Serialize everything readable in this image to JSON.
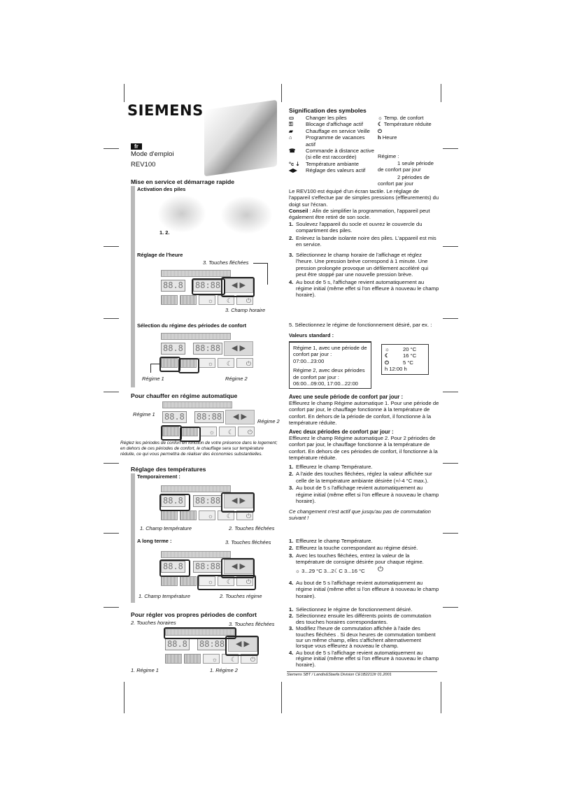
{
  "brand": "SIEMENS",
  "cover": {
    "lang": "fr",
    "title": "Mode d'emploi",
    "model": "REV100"
  },
  "lcd": {
    "temp": "88.8",
    "time": "88:88",
    "left_arrow": "◀",
    "right_arrow": "▶",
    "sun": "☼",
    "moon": "☾",
    "power": "⏻"
  },
  "left": {
    "s1_title": "Mise en service et démarrage rapide",
    "s1_sub": "Activation des piles",
    "s1_steps": "1. 2.",
    "s2_title": "Réglage de l'heure",
    "s2_arrows": "3. Touches fléchées",
    "s2_field": "3. Champ horaire",
    "s3_title": "Sélection du régime des périodes de confort",
    "regime1": "Régime 1",
    "regime2": "Régime 2",
    "s4_title": "Pour chauffer en régime automatique",
    "s4_note": "Réglez les périodes de confort en fonction de votre présence dans le logement; en dehors de ces périodes de confort, le chauffage sera sur température réduite, ce qui vous permettra de réaliser des économies substantielles.",
    "s5_title": "Réglage des températures",
    "s5_sub": "Temporairement :",
    "champ_temp": "1. Champ température",
    "fleches2": "2. Touches fléchées",
    "s6_sub": "A long terme :",
    "fleches3": "3. Touches fléchées",
    "touches_regime": "2. Touches régime",
    "s7_title": "Pour régler vos propres périodes de confort",
    "touches_horaires": "2. Touches horaires",
    "regime1b": "1. Régime 1",
    "regime2b": "1. Régime 2"
  },
  "symbols": {
    "title": "Signification des symboles",
    "items": [
      {
        "icon": "battery-icon",
        "glyph": "▭",
        "label": "Changer les piles"
      },
      {
        "icon": "key-icon",
        "glyph": "⚿",
        "label": "Blocage d'affichage actif"
      },
      {
        "icon": "standby-icon",
        "glyph": "▰",
        "label": "Chauffage en service Veille"
      },
      {
        "icon": "holiday-icon",
        "glyph": "⌂",
        "label": "Programme de vacances actif"
      },
      {
        "icon": "phone-icon",
        "glyph": "☎",
        "label": "Commande à distance active (si elle est raccordée)"
      },
      {
        "icon": "thermometer-icon",
        "glyph": "°c ⇣",
        "label": "Température ambiante"
      },
      {
        "icon": "arrows-icon",
        "glyph": "◀▶",
        "label": "Réglage des valeurs actif"
      }
    ],
    "right": [
      {
        "icon": "sun-icon",
        "glyph": "☼",
        "label": "Temp. de confort"
      },
      {
        "icon": "moon-icon",
        "glyph": "☾",
        "label": "Température réduite"
      },
      {
        "icon": "power-icon",
        "glyph": "⏻",
        "label": ""
      },
      {
        "icon": "hour-icon",
        "glyph": "h",
        "label": "Heure"
      }
    ],
    "regime_label": "Régime :",
    "regime1": "1 seule période de confort par jour",
    "regime2": "2 périodes de confort par jour"
  },
  "right": {
    "intro": "Le REV100 est équipé d'un écran tactile. Le réglage de l'appareil s'effectue par de simples pressions (effleurements) du doigt sur l'écran.",
    "tip_label": "Conseil",
    "tip": " : Afin de simplifier la programmation, l'appareil peut également être retiré de son socle.",
    "steps_a": [
      {
        "n": "1.",
        "t": "Soulevez l'appareil du socle et ouvrez le couvercle du compartiment des piles."
      },
      {
        "n": "2.",
        "t": "Enlevez la bande isolante noire des piles. L'appareil est mis en service."
      }
    ],
    "steps_b": [
      {
        "n": "3.",
        "t": "Sélectionnez le champ horaire de l'affichage et réglez l'heure. Une pression brève correspond à 1 minute. Une pression prolongée provoque un défilement accéléré qui peut être stoppé par une nouvelle pression brève."
      },
      {
        "n": "4.",
        "t": "Au bout de 5 s, l'affichage revient automatiquement au régime initial (même effet si l'on effleure à nouveau le champ horaire)."
      }
    ],
    "step5": "5. Sélectionnez le régime de fonctionnement désiré, par ex. :",
    "std_title": "Valeurs standard :",
    "std_r1": "Régime 1, avec une période de confort par jour :",
    "std_r1_time": "07:00...23:00",
    "std_r2": "Régime 2, avec deux périodes de confort par jour :",
    "std_r2_time": "06:00...09:00, 17:00...22:00",
    "std_vals": [
      {
        "icon": "sun-icon",
        "glyph": "☼",
        "v": "20 °C"
      },
      {
        "icon": "moon-icon",
        "glyph": "☾",
        "v": "16 °C"
      },
      {
        "icon": "power-icon",
        "glyph": "⏻",
        "v": "5 °C"
      }
    ],
    "std_hour": "h 12:00 h",
    "one_title": "Avec une seule période de confort par jour :",
    "one_text": "Effleurez le champ Régime automatique 1. Pour une période de confort par jour, le chauffage fonctionne à la température de confort. En dehors de la période de confort, il fonctionne à la température réduite.",
    "two_title": "Avec deux périodes de confort par jour :",
    "two_text": "Effleurez le champ Régime automatique 2. Pour 2 périodes de confort par jour, le chauffage fonctionne à la température de confort. En dehors de ces périodes de confort, il fonctionne à la température réduite.",
    "temp_steps": [
      {
        "n": "1.",
        "t": "Effleurez le champ Température."
      },
      {
        "n": "2.",
        "t": "A l'aide des touches fléchées, réglez la valeur affichée sur celle de la température ambiante désirée (+/-4 °C max.)."
      },
      {
        "n": "3.",
        "t": "Au bout de 5 s l'affichage revient automatiquement au régime initial (même effet si l'on effleure à nouveau le champ horaire)."
      }
    ],
    "temp_note": "Ce changement n'est actif que jusqu'au pas de commutation suivant !",
    "long_steps": [
      {
        "n": "1.",
        "t": "Effleurez le champ Température."
      },
      {
        "n": "2.",
        "t": "Effleurez la touche correspondant au régime désiré."
      },
      {
        "n": "3.",
        "t": "Avec les touches fléchées, entrez la valeur de la température de consigne désirée pour chaque régime."
      }
    ],
    "ranges": "☼ 3...29 °C 3...2☾C 3...16 °C",
    "ranges_power": "⏻",
    "long_step4": {
      "n": "4.",
      "t": "Au bout de 5 s l'affichage revient automatiquement au régime initial (même effet si l'on effleure à nouveau le champ horaire)."
    },
    "own_steps": [
      {
        "n": "1.",
        "t": "Sélectionnez le régime de fonctionnement désiré."
      },
      {
        "n": "2.",
        "t": "Sélectionnez ensuite les différents points de commutation des touches horaires correspondantes."
      },
      {
        "n": "3.",
        "t": "Modifiez l'heure de commutation affichée à l'aide des touches fléchées . Si deux heures de commutation tombent sur un même champ, elles s'affichent alternativement lorsque vous effleurez à nouveau le champ."
      },
      {
        "n": "4.",
        "t": "Au bout de 5 s l'affichage revient automatiquement au régime initial (même effet si l'on effleure à nouveau le champ horaire)."
      }
    ],
    "footer": "Siemens SBT / Landis&Staefa Division CE1B2211fr 01.2001"
  }
}
